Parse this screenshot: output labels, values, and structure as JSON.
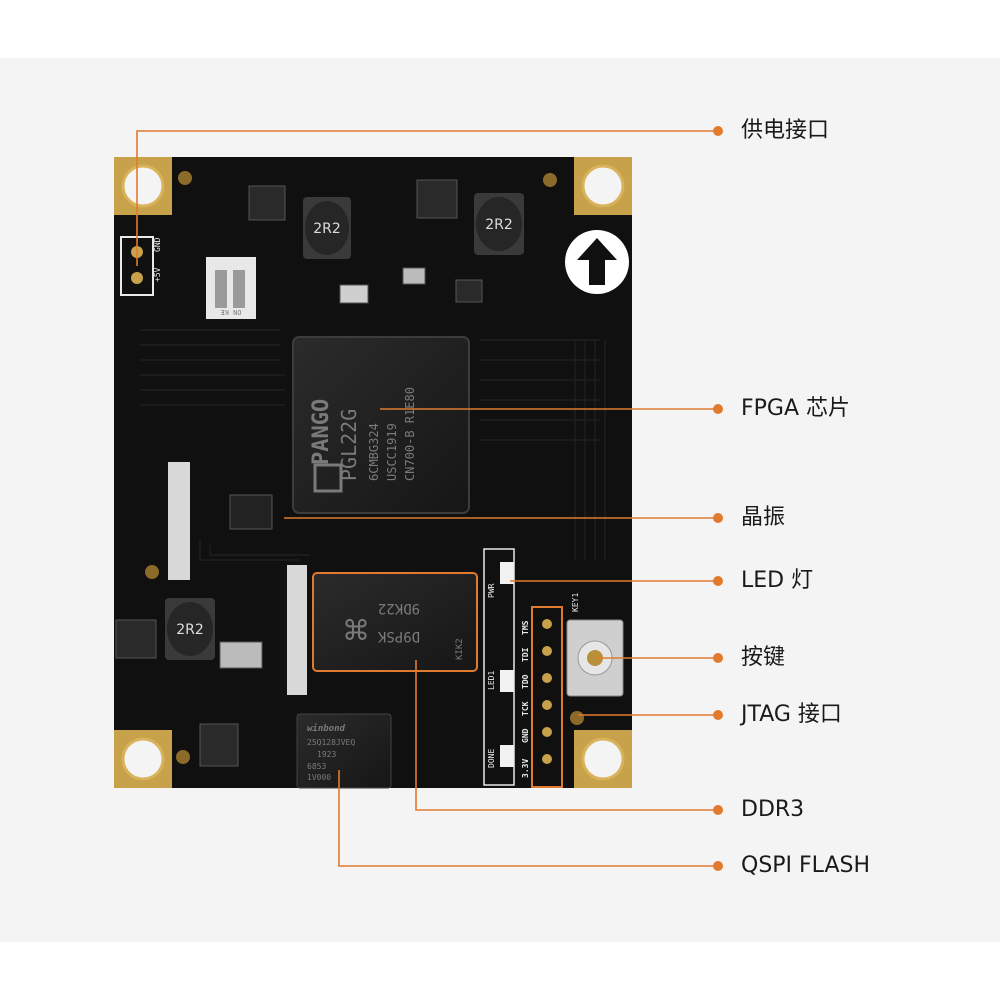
{
  "callouts": [
    {
      "id": "power",
      "label": "供电接口"
    },
    {
      "id": "fpga",
      "label": "FPGA 芯片"
    },
    {
      "id": "crystal",
      "label": "晶振"
    },
    {
      "id": "led",
      "label": "LED 灯"
    },
    {
      "id": "button",
      "label": "按键"
    },
    {
      "id": "jtag",
      "label": "JTAG 接口"
    },
    {
      "id": "ddr3",
      "label": "DDR3"
    },
    {
      "id": "qspi",
      "label": "QSPI FLASH"
    }
  ],
  "board": {
    "fpga_chip": {
      "brand": "PANGO",
      "model": "PGL22G",
      "lines": [
        "6CMBG324",
        "USCC1919",
        "CN700-B R1E80"
      ]
    },
    "ddr_chip": {
      "lines": [
        "D9PSK",
        "9DK22"
      ],
      "side": "KIK2"
    },
    "flash_chip": {
      "brand": "winbond",
      "lines": [
        "25Q128JVEQ",
        "1923",
        "6853",
        "1V000"
      ]
    },
    "inductor_label": "2R2",
    "silkscreen": {
      "power_header": [
        "+5V",
        "GND"
      ],
      "jtag_pins": [
        "TMS",
        "TDI",
        "TDO",
        "TCK",
        "GND",
        "3.3V"
      ],
      "led_labels": [
        "PWR",
        "LED1",
        "DONE"
      ],
      "switch_text": "ON KE",
      "key_label": "KEY1"
    }
  },
  "colors": {
    "pcb": "#101010",
    "gold": "#c8a24a",
    "callout_line": "#e07a2e",
    "label_text": "#1a1a1a"
  }
}
